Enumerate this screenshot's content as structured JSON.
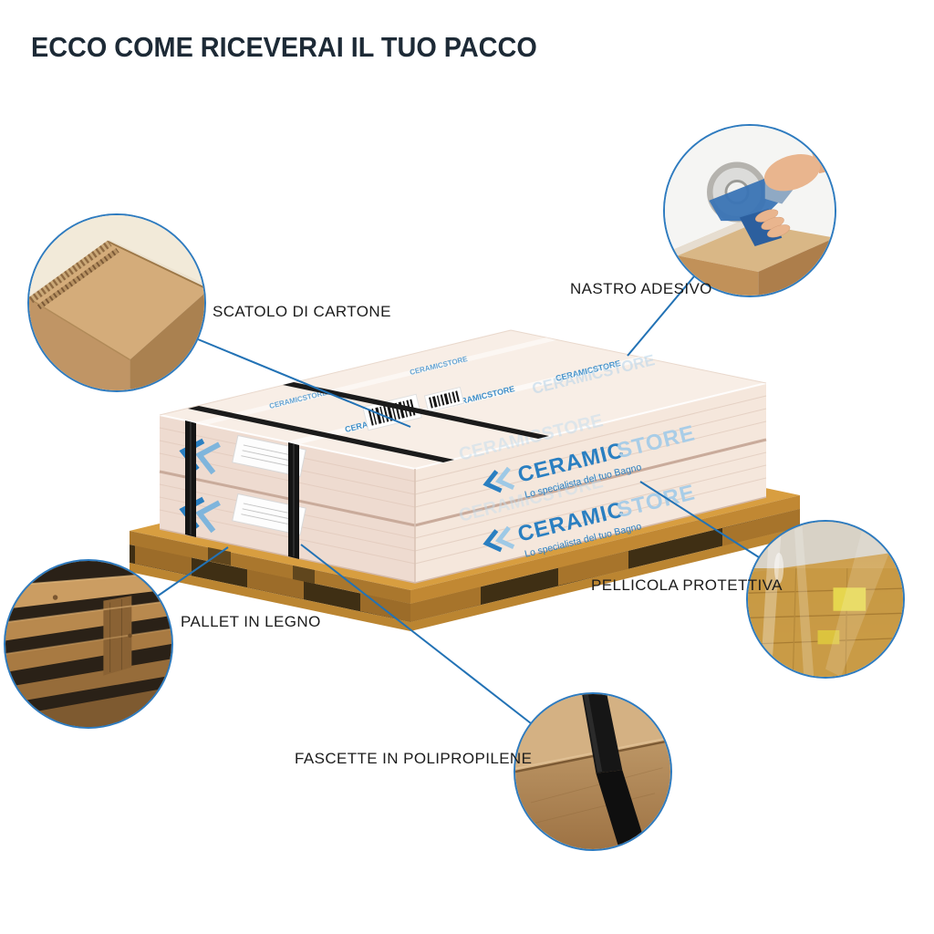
{
  "title": "ECCO COME RICEVERAI IL TUO PACCO",
  "callouts": {
    "scatolo": {
      "label": "SCATOLO DI CARTONE"
    },
    "nastro": {
      "label": "NASTRO ADESIVO"
    },
    "pellicola": {
      "label": "PELLICOLA PROTETTIVA"
    },
    "pallet": {
      "label": "PALLET IN LEGNO"
    },
    "fascette": {
      "label": "FASCETTE IN POLIPROPILENE"
    }
  },
  "brand": {
    "name": "CERAMIC",
    "suffix": "STORE",
    "tagline": "Lo specialista del tuo Bagno",
    "watermark": "CERAMICSTORE",
    "accent": "#2a7fc1"
  },
  "colors": {
    "connector_line": "#2272b5",
    "circle_border": "#2e7bbf",
    "title_text": "#1d2a36",
    "label_text": "#1c1c1c",
    "box_top": "#f8eee6",
    "box_front": "#f5e7dc",
    "box_end": "#eedbd0",
    "pallet_wood": "#d89e40",
    "strap": "#1b1b1b"
  }
}
